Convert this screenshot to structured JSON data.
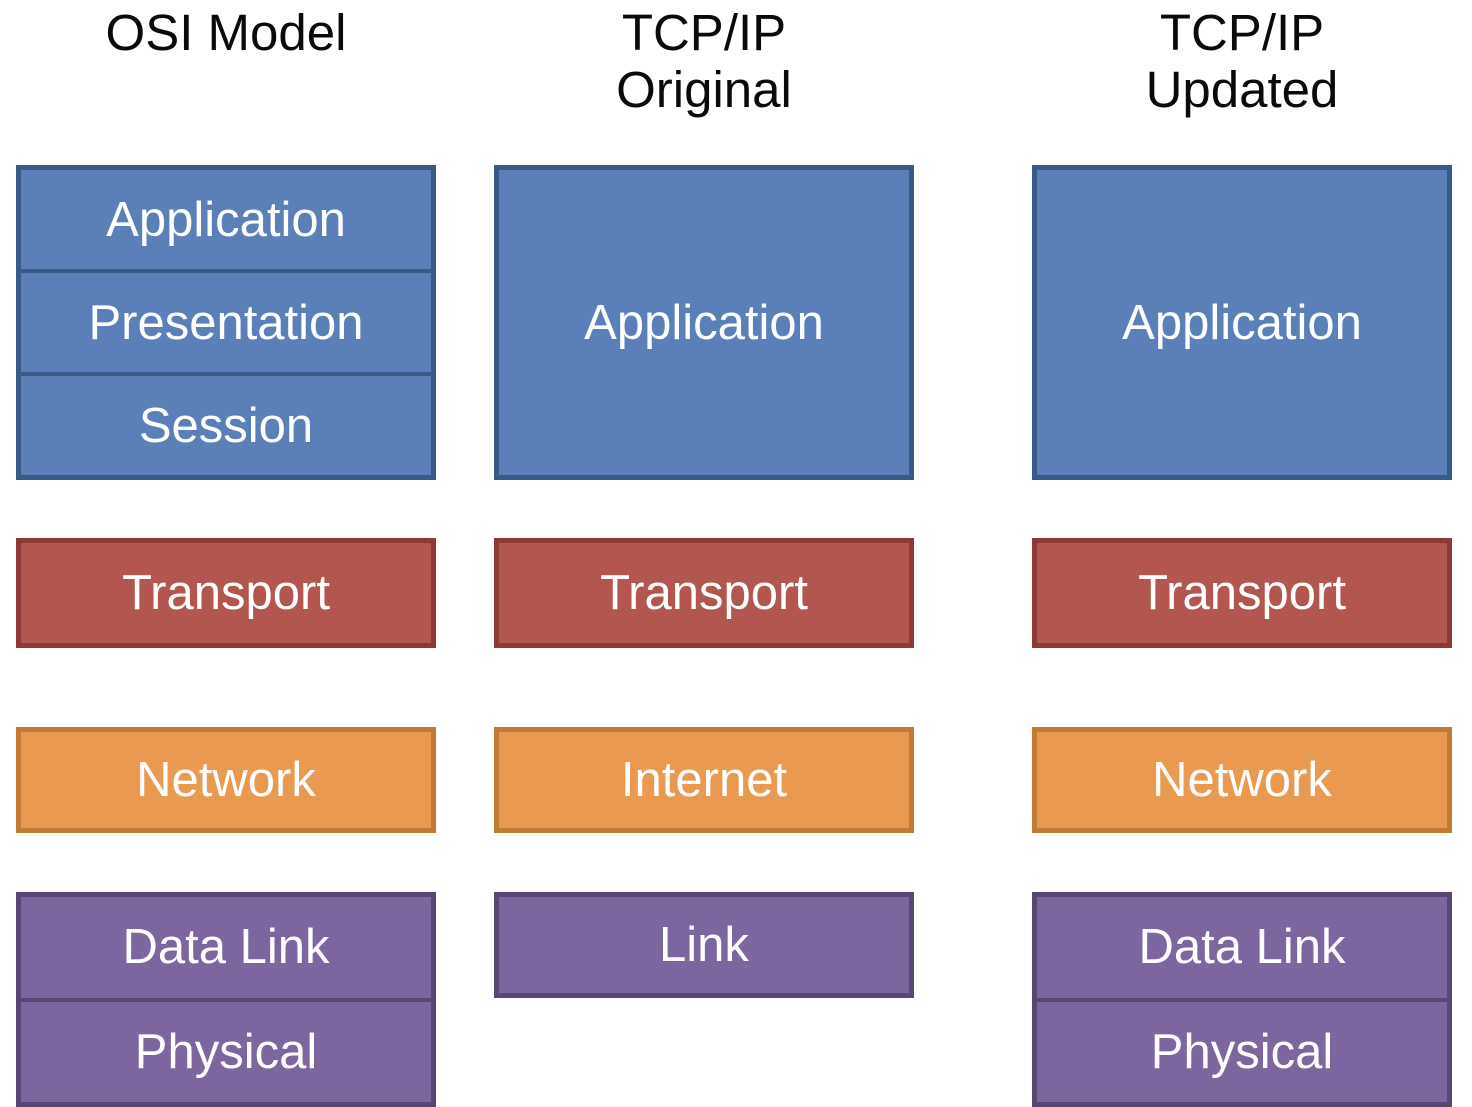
{
  "diagram": {
    "description": "Comparison of network layer models",
    "colors": {
      "application_fill": "#5b7fb9",
      "application_border": "#395a84",
      "transport_fill": "#b2564f",
      "transport_border": "#8c3a36",
      "network_fill": "#e99a50",
      "network_border": "#bf7b35",
      "link_fill": "#7d66a0",
      "link_border": "#5a4675",
      "label_text": "#ffffff",
      "title_text": "#0a0a0a",
      "background": "#ffffff"
    },
    "columns": [
      {
        "title": "OSI Model",
        "title_lines": [
          "OSI Model"
        ],
        "groups": [
          {
            "color": "blue",
            "layers": [
              "Application",
              "Presentation",
              "Session"
            ]
          },
          {
            "color": "red",
            "layers": [
              "Transport"
            ]
          },
          {
            "color": "orange",
            "layers": [
              "Network"
            ]
          },
          {
            "color": "purple",
            "layers": [
              "Data Link",
              "Physical"
            ]
          }
        ]
      },
      {
        "title": "TCP/IP Original",
        "title_lines": [
          "TCP/IP",
          "Original"
        ],
        "groups": [
          {
            "color": "blue",
            "layers": [
              "Application"
            ]
          },
          {
            "color": "red",
            "layers": [
              "Transport"
            ]
          },
          {
            "color": "orange",
            "layers": [
              "Internet"
            ]
          },
          {
            "color": "purple",
            "layers": [
              "Link"
            ]
          }
        ]
      },
      {
        "title": "TCP/IP Updated",
        "title_lines": [
          "TCP/IP",
          "Updated"
        ],
        "groups": [
          {
            "color": "blue",
            "layers": [
              "Application"
            ]
          },
          {
            "color": "red",
            "layers": [
              "Transport"
            ]
          },
          {
            "color": "orange",
            "layers": [
              "Network"
            ]
          },
          {
            "color": "purple",
            "layers": [
              "Data Link",
              "Physical"
            ]
          }
        ]
      }
    ]
  }
}
